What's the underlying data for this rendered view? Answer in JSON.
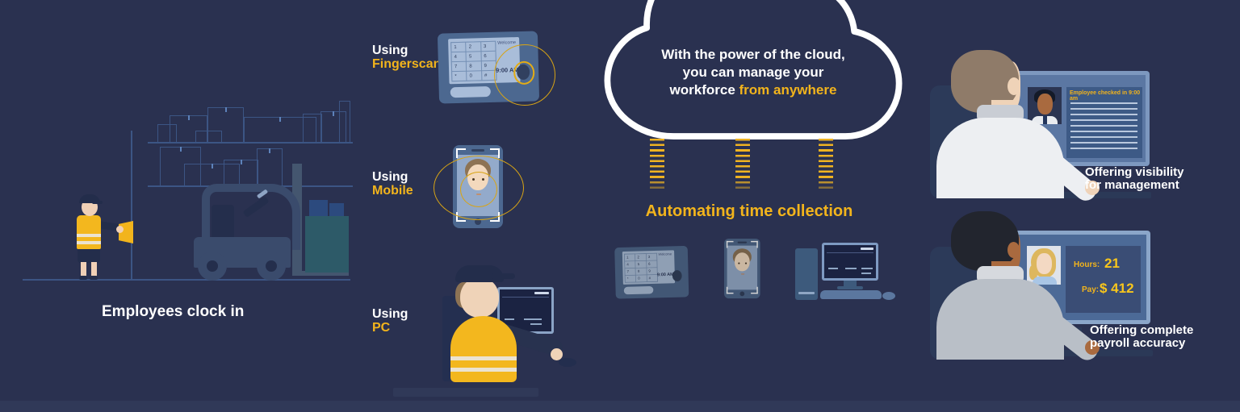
{
  "colors": {
    "background": "#2a3150",
    "accent_yellow": "#f2b41c",
    "white": "#ffffff",
    "device_blue": "#4c6890",
    "screen_blue": "#5b77a3",
    "vest_yellow": "#f3b71e"
  },
  "warehouse": {
    "caption": "Employees clock in"
  },
  "methods": [
    {
      "prefix": "Using",
      "name": "Fingerscan"
    },
    {
      "prefix": "Using",
      "name": "Mobile"
    },
    {
      "prefix": "Using",
      "name": "PC"
    }
  ],
  "terminal": {
    "keys": [
      "1",
      "2",
      "3",
      "4",
      "5",
      "6",
      "7",
      "8",
      "9",
      "*",
      "0",
      "#"
    ],
    "welcome": "Welcome",
    "time": "9:00 AM"
  },
  "cloud": {
    "line1": "With the power of the cloud,",
    "line2": "you can manage your",
    "line3_white": "workforce",
    "line3_accent": "from anywhere"
  },
  "automation": {
    "caption": "Automating time collection"
  },
  "visibility_card": {
    "screen_note": "Employee checked in 9:00 am",
    "caption_line1": "Offering visibility",
    "caption_line2": "for management"
  },
  "payroll_card": {
    "hours_label": "Hours:",
    "hours_value": "21",
    "pay_label": "Pay:",
    "pay_value": "$ 412",
    "caption_line1": "Offering complete",
    "caption_line2": "payroll accuracy"
  }
}
